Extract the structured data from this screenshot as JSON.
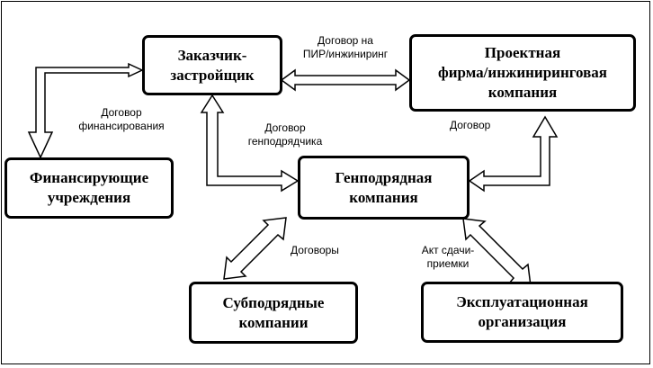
{
  "nodes": {
    "customer": "Заказчик-\nзастройщик",
    "design_firm": "Проектная\nфирма/инжиниринговая\nкомпания",
    "financing": "Финансирующие\nучреждения",
    "general_contractor": "Генподрядная\nкомпания",
    "subcontractors": "Субподрядные\nкомпании",
    "operator": "Эксплуатационная\nорганизация"
  },
  "edges": {
    "design_contract": "Договор на\nПИР/инжиниринг",
    "financing_contract": "Договор\nфинансирования",
    "general_contract": "Договор\nгенподрядчика",
    "contract": "Договор",
    "contracts": "Договоры",
    "acceptance_act": "Акт сдачи-\nприемки"
  }
}
